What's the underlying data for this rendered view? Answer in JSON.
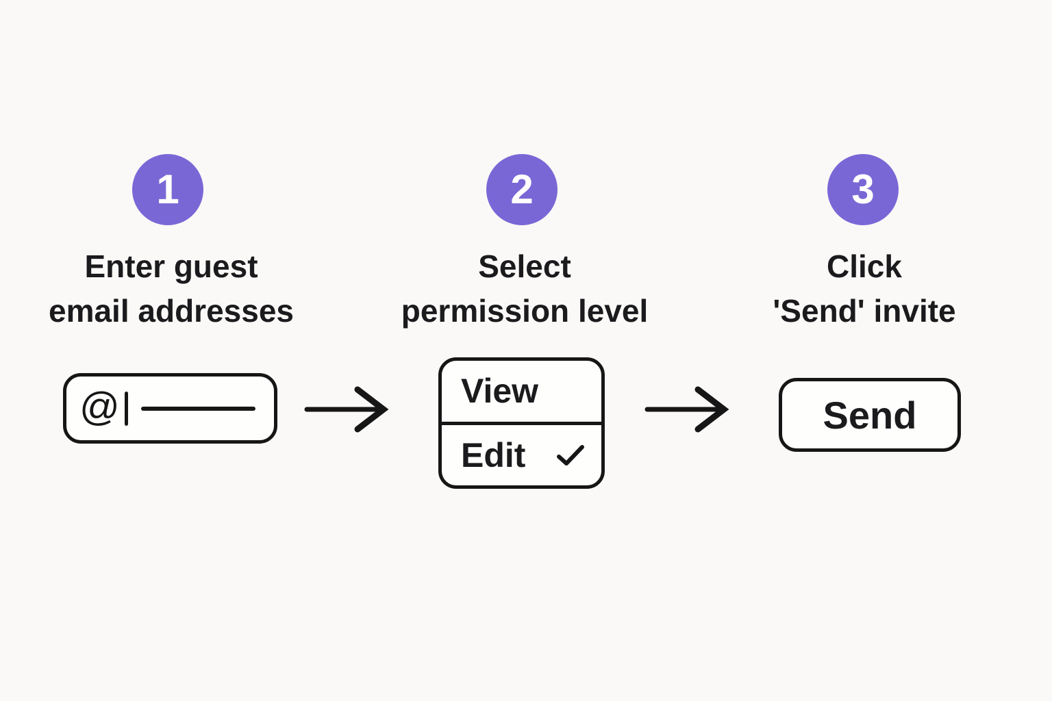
{
  "theme": {
    "background_color": "#FAF9F7",
    "accent_color": "#7A67D6",
    "text_color": "#1B1B1E",
    "stroke_color": "#161616",
    "badge_text_color": "#FFFFFF"
  },
  "icons": {
    "arrow_right": "→",
    "checkmark": "✓",
    "text_cursor": "|"
  },
  "steps": [
    {
      "number": "1",
      "title_line1": "Enter guest",
      "title_line2": "email addresses",
      "input": {
        "at_symbol": "@"
      }
    },
    {
      "number": "2",
      "title_line1": "Select",
      "title_line2": "permission level",
      "dropdown": {
        "options": [
          {
            "label": "View",
            "selected": false
          },
          {
            "label": "Edit",
            "selected": true
          }
        ]
      }
    },
    {
      "number": "3",
      "title_line1": "Click",
      "title_line2": "'Send' invite",
      "button_label": "Send"
    }
  ]
}
